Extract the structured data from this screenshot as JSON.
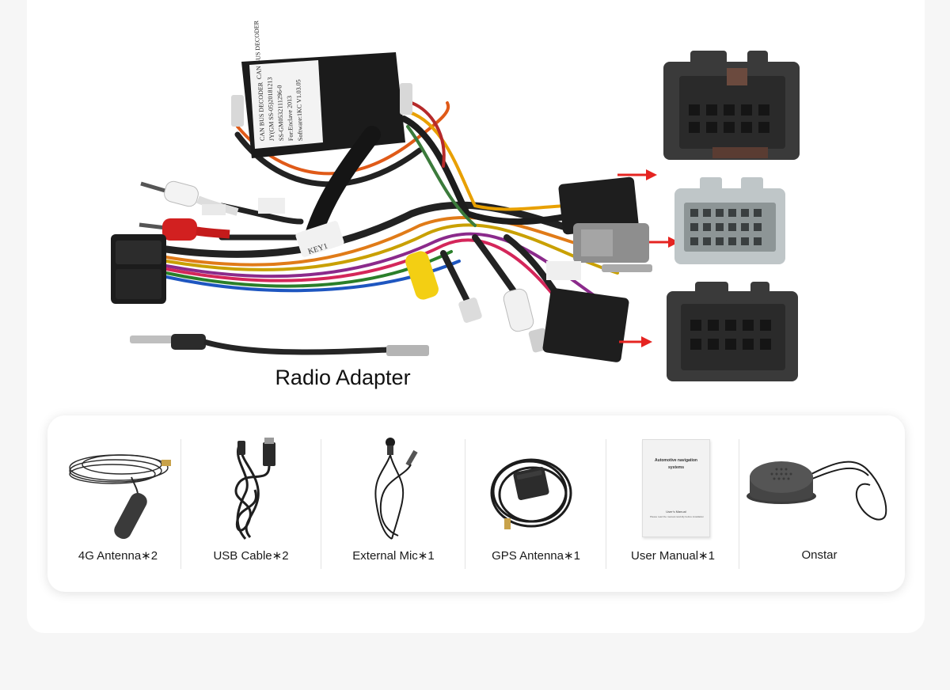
{
  "hero": {
    "adapter_label": "Radio Adapter",
    "decoder_label_lines": [
      "CAN BUS DECODER",
      "JY(GM SS-05)20181213",
      "SS-GM0532111296-0",
      "For:Enclave 2013",
      "Software:1KC V1.03.05"
    ],
    "key_tag": "KEY1",
    "arrow_color": "#e52421"
  },
  "accessories": [
    {
      "label": "4G Antenna∗2",
      "icon": "4g-antenna-icon"
    },
    {
      "label": "USB Cable∗2",
      "icon": "usb-cable-icon"
    },
    {
      "label": "External Mic∗1",
      "icon": "external-mic-icon"
    },
    {
      "label": "GPS Antenna∗1",
      "icon": "gps-antenna-icon"
    },
    {
      "label": "User Manual∗1",
      "icon": "user-manual-icon"
    },
    {
      "label": "Onstar",
      "icon": "onstar-speaker-icon"
    }
  ],
  "manual": {
    "title_lines": [
      "Automotive navigation",
      "systems"
    ],
    "footer_title": "User's Manual",
    "footer_text": "Please read the manual carefully before installation"
  }
}
